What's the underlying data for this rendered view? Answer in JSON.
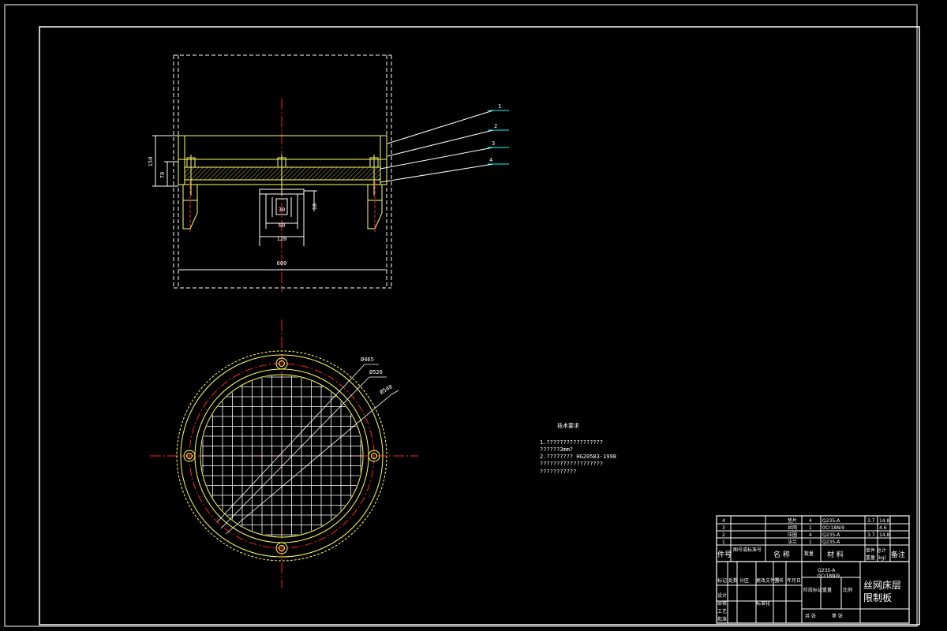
{
  "colors": {
    "background": "#000000",
    "outline": "#ffffff",
    "part": "#ffff66",
    "centerline": "#ff2020",
    "leader": "#00ffff"
  },
  "section_view": {
    "leaders": [
      "1",
      "2",
      "3",
      "4"
    ],
    "dims": {
      "height_total": "150",
      "height_partial": "70",
      "bolt": "30",
      "small_h": "10",
      "inner_w": "60",
      "outer_w": "120",
      "overall_w": "600"
    }
  },
  "plan_view": {
    "dims": {
      "d1": "Ø465",
      "d2": "Ø520",
      "d3": "Ø540"
    }
  },
  "technical_notes": {
    "title": "技术要求",
    "lines": [
      "1.?????????????????",
      "  ??????3mm?",
      "2.????????  HG20583-1998",
      "  ???????????????????",
      "  ???????????"
    ]
  },
  "title_block": {
    "parts": [
      {
        "no": "4",
        "name": "垫片",
        "qty": "4",
        "material": "Q235-A",
        "unit": "3.7",
        "total": "14.8"
      },
      {
        "no": "3",
        "name": "丝网",
        "qty": "1",
        "material": "0Cr18Ni9",
        "unit": "",
        "total": "4.6"
      },
      {
        "no": "2",
        "name": "压圈",
        "qty": "4",
        "material": "Q235-A",
        "unit": "3.7",
        "total": "14.8"
      },
      {
        "no": "1",
        "name": "法兰",
        "qty": "1",
        "material": "Q235-A",
        "unit": "",
        "total": ""
      }
    ],
    "header": {
      "no": "件号",
      "std": "图号或标准号",
      "name": "名  称",
      "qty": "数量",
      "material": "材 料",
      "weight": "单件 总计",
      "weight_unit": "重量 (kg)",
      "remark": "备注"
    },
    "materials": [
      "Q235-A",
      "0Cr18Ni9"
    ],
    "labels": {
      "rev": "标记",
      "count": "处数",
      "zone": "分区",
      "change_doc": "更改文件号",
      "sign": "签名",
      "date": "年月日",
      "stage": "阶段标记",
      "weight": "重量",
      "scale": "比例",
      "sheets": "共 张",
      "sheet": "第 张",
      "design": "设计",
      "check": "审核",
      "process": "工艺",
      "approve": "批准",
      "standard": "标准化"
    },
    "drawing_title_1": "丝网床层",
    "drawing_title_2": "限制板"
  }
}
